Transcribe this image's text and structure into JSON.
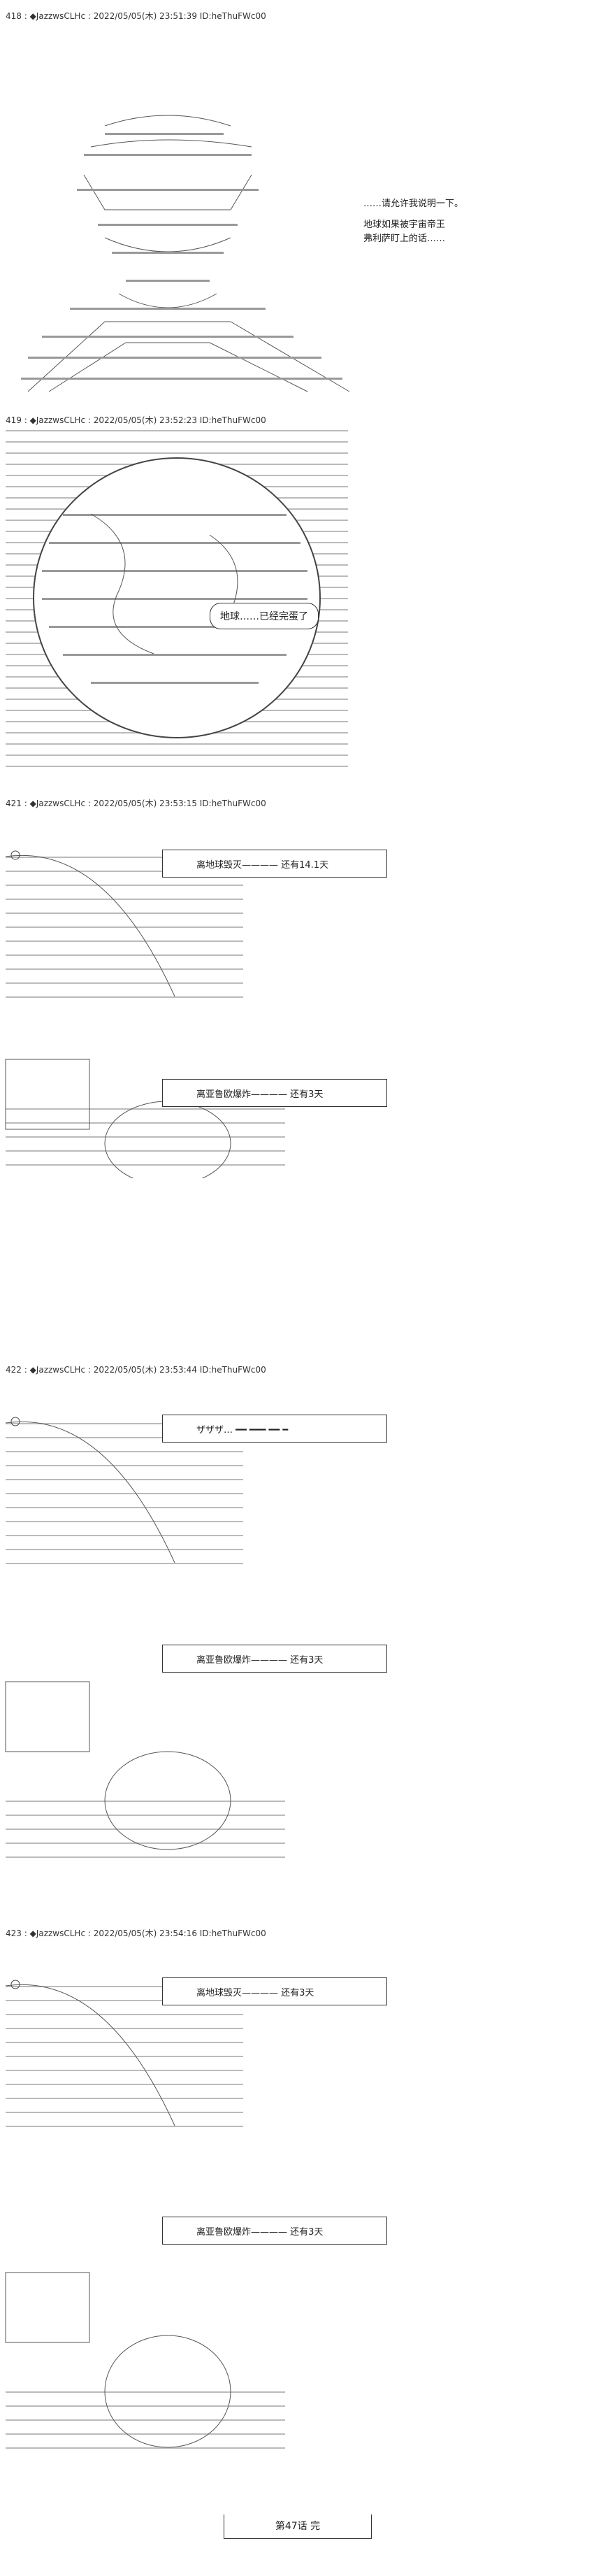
{
  "posts": [
    {
      "header": "418 : ◆JazzwsCLHc : 2022/05/05(木) 23:51:39 ID:heThuFWc00"
    },
    {
      "header": "419 : ◆JazzwsCLHc : 2022/05/05(木) 23:52:23 ID:heThuFWc00"
    },
    {
      "header": "421 : ◆JazzwsCLHc : 2022/05/05(木) 23:53:15 ID:heThuFWc00"
    },
    {
      "header": "422 : ◆JazzwsCLHc : 2022/05/05(木) 23:53:44 ID:heThuFWc00"
    },
    {
      "header": "423 : ◆JazzwsCLHc : 2022/05/05(木) 23:54:16 ID:heThuFWc00"
    }
  ],
  "post418": {
    "caption_lines": [
      "……请允许我说明一下。",
      "地球如果被宇宙帝王",
      "弗利萨盯上的话……"
    ]
  },
  "post419": {
    "bubble": "地球……已经完蛋了"
  },
  "post421": {
    "box1": "离地球毁灭———— 还有14.1天",
    "box2": "离亚鲁欧爆炸———— 还有3天"
  },
  "post422": {
    "box1": "ザザザ… ━━ ━━━ ━━ ━",
    "box2": "离亚鲁欧爆炸———— 还有3天"
  },
  "post423": {
    "box1": "离地球毁灭———— 还有3天",
    "box2": "离亚鲁欧爆炸———— 还有3天"
  },
  "ending": "第47话 完"
}
